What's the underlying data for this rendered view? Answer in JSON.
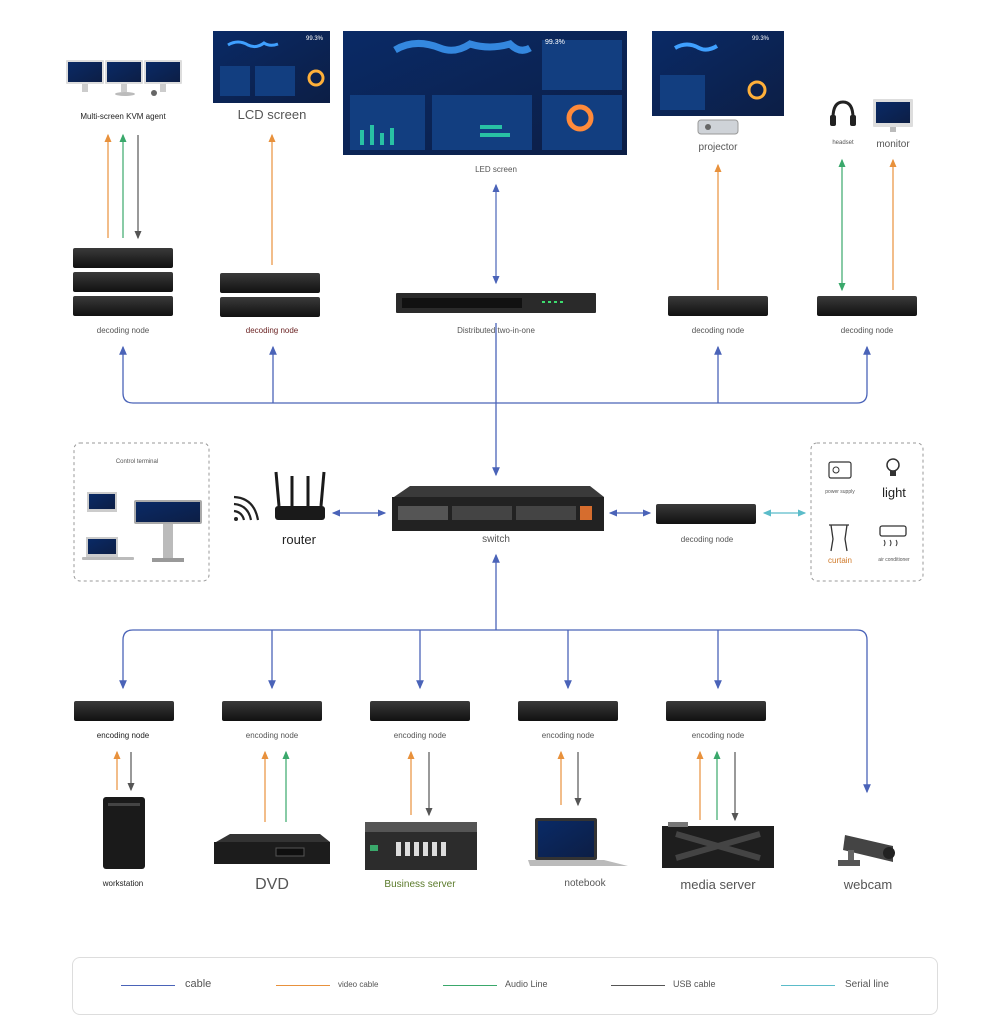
{
  "colors": {
    "cable": "#4a63b8",
    "video": "#e8913c",
    "audio": "#3aa86b",
    "usb": "#555555",
    "serial": "#5bbcc9",
    "screen_bg": "#0d2a5e",
    "device_dark": "#1c1c1c"
  },
  "displays": {
    "kvm": "Multi-screen KVM agent",
    "lcd": "LCD screen",
    "led": "LED screen",
    "projector": "projector",
    "headset": "headset",
    "monitor": "monitor"
  },
  "nodes": {
    "decoding_label": "decoding node",
    "distributed": "Distributed two-in-one",
    "encoding_label": "encoding node",
    "router": "router",
    "switch": "switch",
    "decoding_right": "decoding node"
  },
  "control_terminal": {
    "title": "Control terminal"
  },
  "devices_panel": {
    "power": "power supply",
    "light": "light",
    "curtain": "curtain",
    "ac": "air conditioner"
  },
  "sources": {
    "workstation": "workstation",
    "dvd": "DVD",
    "business_server": "Business server",
    "notebook": "notebook",
    "media_server": "media server",
    "webcam": "webcam"
  },
  "screen_text": {
    "led_kpi": "99.3%",
    "projector_kpi": "99.3%",
    "lcd_kpi": "99.3%"
  },
  "legend": [
    {
      "label": "cable",
      "color": "#4a63b8"
    },
    {
      "label": "video cable",
      "color": "#e8913c"
    },
    {
      "label": "Audio Line",
      "color": "#3aa86b"
    },
    {
      "label": "USB cable",
      "color": "#555555"
    },
    {
      "label": "Serial line",
      "color": "#5bbcc9"
    }
  ]
}
